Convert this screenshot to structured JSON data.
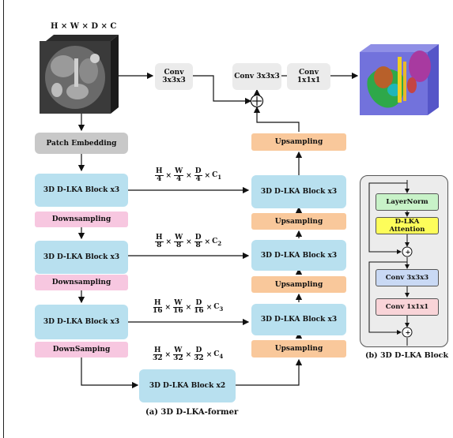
{
  "input": {
    "shape_label": "H × W × D × C"
  },
  "top_path": {
    "conv_a": "Conv 3x3x3",
    "conv_b": "Conv 3x3x3",
    "conv_c": "Conv 1x1x1"
  },
  "encoder": {
    "patch_embedding": "Patch Embedding",
    "block1": "3D D-LKA Block x3",
    "down1": "Downsampling",
    "block2": "3D D-LKA Block x3",
    "down2": "Downsampling",
    "block3": "3D D-LKA Block x3",
    "down3": "DownSamping",
    "bottleneck": "3D D-LKA Block x2"
  },
  "decoder": {
    "up_top": "Upsampling",
    "block1": "3D D-LKA Block x3",
    "up1": "Upsampling",
    "block2": "3D D-LKA Block x3",
    "up2": "Upsampling",
    "block3": "3D D-LKA Block x3",
    "up3": "Upsampling"
  },
  "skip_dims": [
    {
      "den": "4",
      "ch": "C",
      "sub": "1"
    },
    {
      "den": "8",
      "ch": "C",
      "sub": "2"
    },
    {
      "den": "16",
      "ch": "C",
      "sub": "3"
    },
    {
      "den": "32",
      "ch": "C",
      "sub": "4"
    }
  ],
  "dim_symbols": {
    "h": "H",
    "w": "W",
    "d": "D",
    "times": "×"
  },
  "dlka_block": {
    "layernorm": "LayerNorm",
    "attention": "D-LKA Attention",
    "conv_a": "Conv 3x3x3",
    "conv_b": "Conv 1x1x1",
    "plus": "+",
    "caption": "(b) 3D D-LKA Block"
  },
  "add_symbol": "+",
  "caption_a": "(a) 3D D-LKA-former",
  "colors": {
    "encoder_block": "#b8e0ef",
    "downsampling": "#f7c7e0",
    "upsampling": "#f9c89b",
    "patch_embedding": "#c8c8c8",
    "conv_top": "#ebebeb",
    "layernorm": "#c8f2c8",
    "attention": "#fdfd5a",
    "conv_blue": "#c9d9f4",
    "conv_pink": "#f9d4d8"
  }
}
